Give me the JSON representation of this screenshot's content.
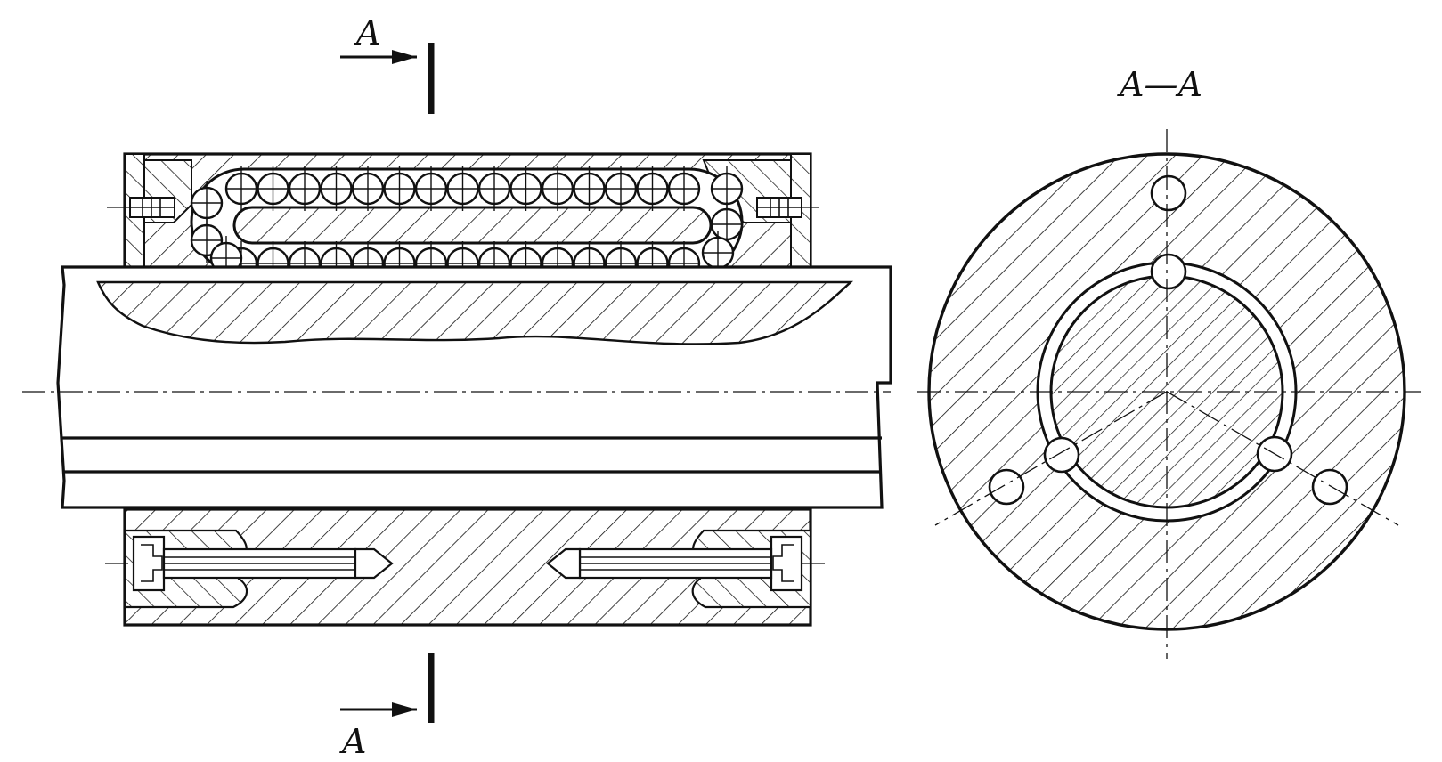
{
  "labels": {
    "section_mark_top": "A",
    "section_mark_bottom": "A",
    "section_view_title": "A—A"
  },
  "colors": {
    "ink": "#111111",
    "paper": "#ffffff"
  }
}
